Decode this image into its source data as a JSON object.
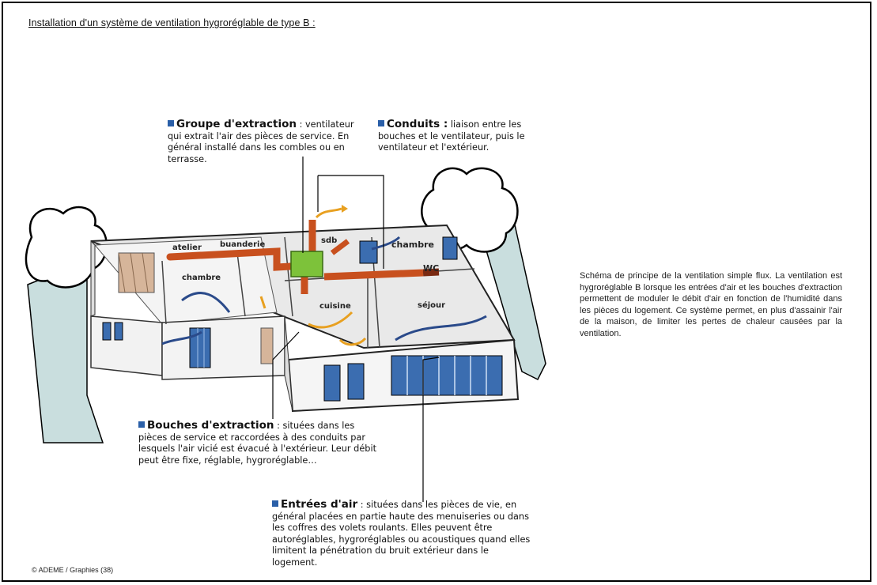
{
  "title": "Installation d'un système de ventilation  hygroréglable de type B :",
  "callouts": {
    "groupe": {
      "heading": "Groupe d'extraction",
      "text": " : ventilateur qui extrait l'air des pièces de service. En général installé dans les combles ou en terrasse."
    },
    "conduits": {
      "heading": "Conduits :",
      "text": "  liaison entre les bouches et le ventilateur, puis le ventilateur et l'extérieur."
    },
    "bouches": {
      "heading": "Bouches d'extraction",
      "text": " : situées dans les pièces de service et raccordées à des conduits par lesquels l'air vicié est évacué à l'extérieur. Leur débit peut être fixe, réglable, hygroréglable…"
    },
    "entrees": {
      "heading": "Entrées d'air",
      "text": " : situées dans les pièces de vie, en général placées en partie haute des menuiseries ou dans les coffres des volets roulants. Elles peuvent être autoréglables, hygroréglables ou acoustiques quand elles limitent la pénétration du bruit extérieur dans le logement."
    }
  },
  "rooms": {
    "atelier": "atelier",
    "buanderie": "buanderie",
    "sdb": "sdb",
    "chambre_right": "chambre",
    "wc": "WC",
    "chambre_left": "chambre",
    "cuisine": "cuisine",
    "sejour": "séjour"
  },
  "description": "Schéma de principe de la ventilation simple flux. La ventilation est hygroréglable B lorsque les entrées d'air et les bouches d'extraction permettent de moduler le débit d'air en fonction de l'humidité dans les pièces du logement. Ce système permet, en plus d'assainir l'air de la maison, de limiter les pertes de chaleur causées par la ventilation.",
  "credit": "© ADEME / Graphies (38)",
  "colors": {
    "duct": "#c8501e",
    "duct_dark": "#7a2a12",
    "fan": "#7dc23a",
    "extract_arrow": "#e8a020",
    "fresh_arrow": "#2a4a8a",
    "tree": "#ffffff",
    "ground": "#c9dede",
    "bullet": "#2a5fa8"
  }
}
